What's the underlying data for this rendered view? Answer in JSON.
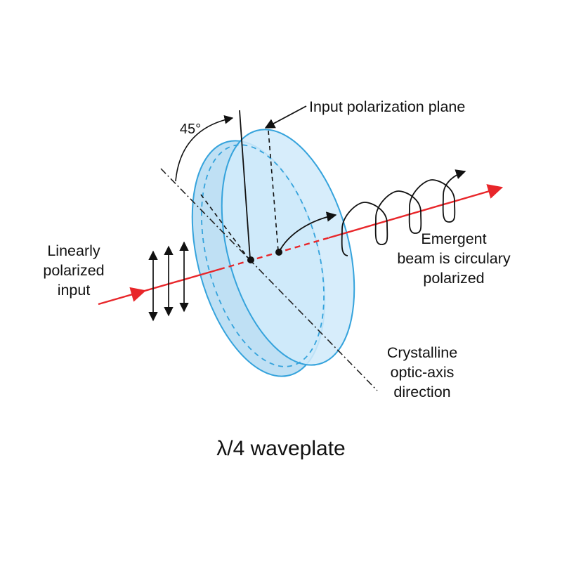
{
  "diagram": {
    "title": "λ/4 waveplate",
    "angle_label": "45°",
    "input_plane_label": "Input polarization plane",
    "linear_input": [
      "Linearly",
      "polarized",
      "input"
    ],
    "emergent": [
      "Emergent",
      "beam is circulary",
      "polarized"
    ],
    "optic_axis": [
      "Crystalline",
      "optic-axis",
      "direction"
    ],
    "colors": {
      "beam": "#e8262a",
      "plate_fill_front": "#d2ebfa",
      "plate_fill_back": "#bfe0f4",
      "plate_stroke": "#35a3dc",
      "ink": "#111111"
    }
  }
}
